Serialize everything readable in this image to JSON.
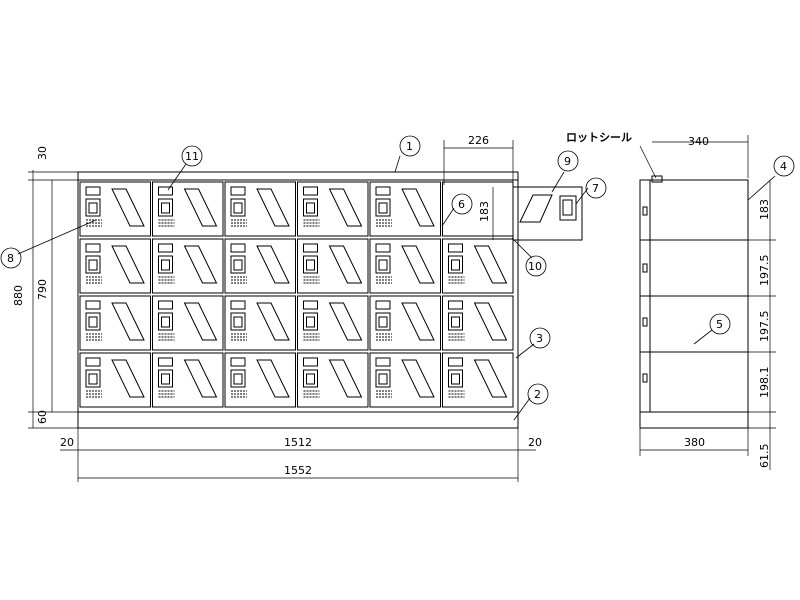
{
  "front_view": {
    "dimensions": {
      "top_offset": "30",
      "overall_height": "880",
      "body_height": "790",
      "base_height": "60",
      "side_margin_left": "20",
      "inner_width": "1512",
      "side_margin_right": "20",
      "overall_width": "1552",
      "open_door_width": "226",
      "door_height": "183"
    },
    "grid": {
      "columns": 6,
      "rows": 4
    }
  },
  "side_view": {
    "seal_label": "ロットシール",
    "dimensions": {
      "depth_top": "340",
      "depth_bottom": "380",
      "row1": "183",
      "row2": "197.5",
      "row3": "197.5",
      "row4": "198.1",
      "base": "61.5"
    }
  },
  "callouts": [
    "1",
    "2",
    "3",
    "4",
    "5",
    "6",
    "7",
    "8",
    "9",
    "10",
    "11"
  ]
}
